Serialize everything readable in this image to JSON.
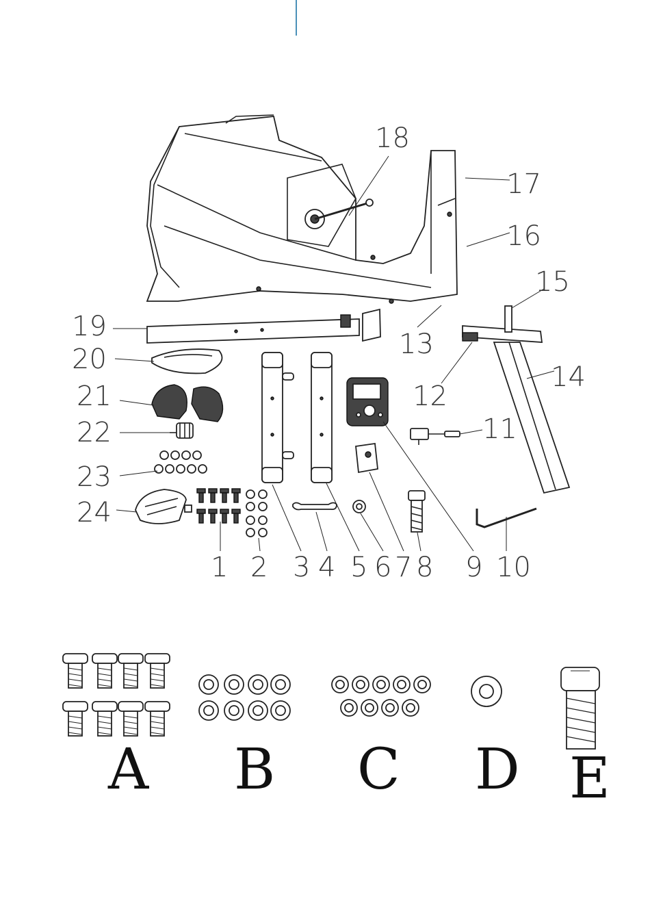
{
  "diagram": {
    "callouts": [
      {
        "id": "18",
        "text": "18"
      },
      {
        "id": "17",
        "text": "17"
      },
      {
        "id": "16",
        "text": "16"
      },
      {
        "id": "15",
        "text": "15"
      },
      {
        "id": "19",
        "text": "19"
      },
      {
        "id": "13",
        "text": "13"
      },
      {
        "id": "20",
        "text": "20"
      },
      {
        "id": "12",
        "text": "12"
      },
      {
        "id": "14",
        "text": "14"
      },
      {
        "id": "21",
        "text": "21"
      },
      {
        "id": "22",
        "text": "22"
      },
      {
        "id": "11",
        "text": "11"
      },
      {
        "id": "23",
        "text": "23"
      },
      {
        "id": "24",
        "text": "24"
      },
      {
        "id": "1",
        "text": "1"
      },
      {
        "id": "2",
        "text": "2"
      },
      {
        "id": "3",
        "text": "3"
      },
      {
        "id": "4",
        "text": "4"
      },
      {
        "id": "5",
        "text": "5"
      },
      {
        "id": "6",
        "text": "6"
      },
      {
        "id": "7",
        "text": "7"
      },
      {
        "id": "8",
        "text": "8"
      },
      {
        "id": "9",
        "text": "9"
      },
      {
        "id": "10",
        "text": "10"
      }
    ],
    "hardware_groups": [
      {
        "letter": "A"
      },
      {
        "letter": "B"
      },
      {
        "letter": "C"
      },
      {
        "letter": "D"
      },
      {
        "letter": "E"
      }
    ]
  }
}
